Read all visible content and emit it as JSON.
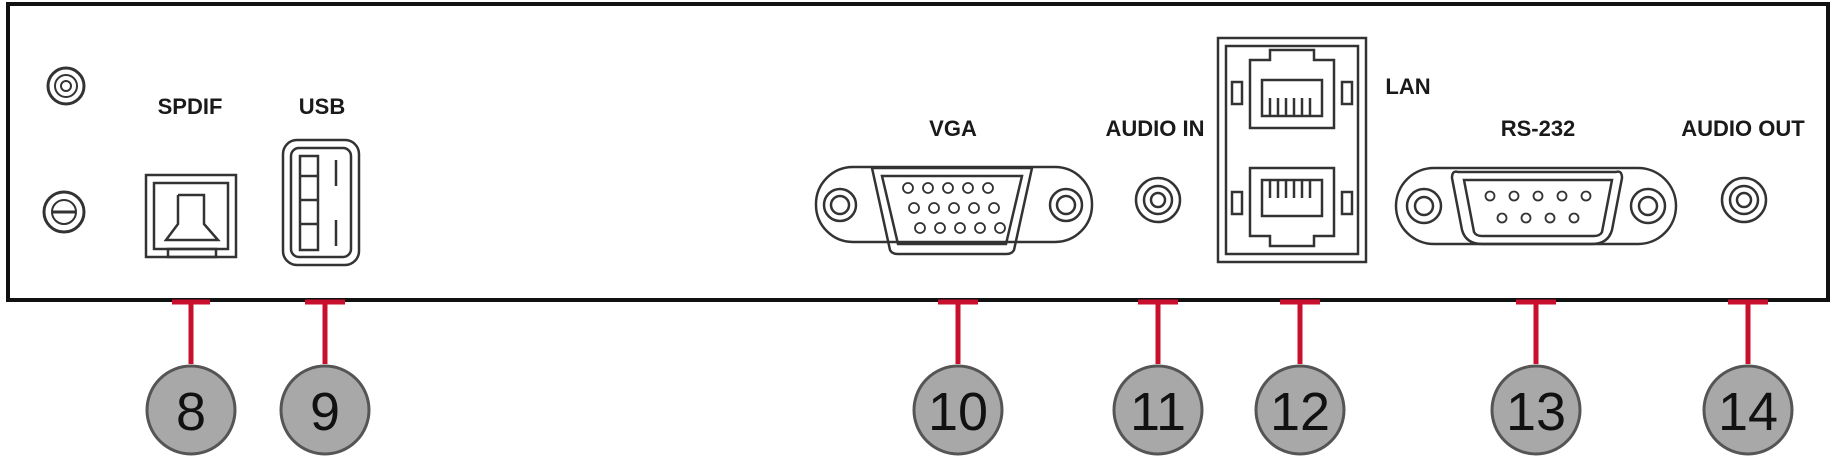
{
  "colors": {
    "panel_stroke": "#111111",
    "port_stroke": "#333333",
    "callout_line": "#c8102e",
    "callout_fill": "#a8a8a8",
    "callout_stroke": "#555555"
  },
  "labels": {
    "spdif": "SPDIF",
    "usb": "USB",
    "vga": "VGA",
    "audio_in": "AUDIO IN",
    "lan": "LAN",
    "rs232": "RS-232",
    "audio_out": "AUDIO OUT"
  },
  "callouts": {
    "c8": "8",
    "c9": "9",
    "c10": "10",
    "c11": "11",
    "c12": "12",
    "c13": "13",
    "c14": "14"
  }
}
